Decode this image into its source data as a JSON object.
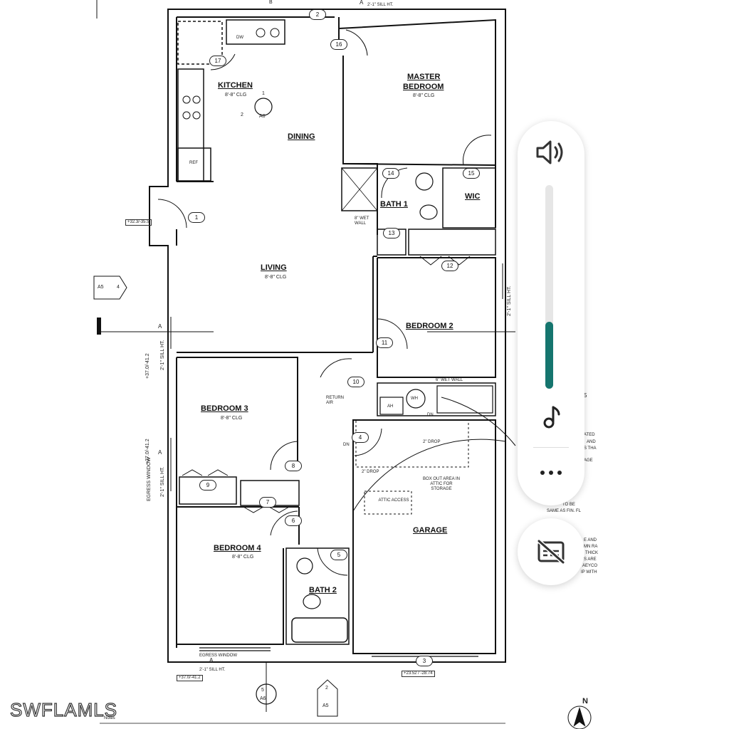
{
  "floorplan": {
    "rooms": {
      "kitchen": "KITCHEN",
      "master_bedroom_line1": "MASTER",
      "master_bedroom_line2": "BEDROOM",
      "dining": "DINING",
      "living": "LIVING",
      "bath1": "BATH 1",
      "wic": "WIC",
      "bedroom2": "BEDROOM 2",
      "bedroom3": "BEDROOM 3",
      "bedroom4": "BEDROOM 4",
      "bath2": "BATH 2",
      "garage": "GARAGE"
    },
    "ceiling": "8'-8\" CLG",
    "fixtures": {
      "ref": "REF",
      "dw": "DW",
      "ah": "AH",
      "wh": "WH"
    },
    "notes": {
      "sill_top": "2'-1\" SILL HT.",
      "sill": "2'-1\" SILL HT.",
      "egress_window": "EGRESS WINDOW",
      "return_air": "RETURN AIR",
      "attic_access": "ATTIC ACCESS",
      "box_out": "BOX OUT AREA IN ATTIC FOR STORAGE",
      "drop": "2\" DROP",
      "dn": "DN",
      "wet_wall_6": "6\" WET WALL",
      "wet_wall_8": "8\" WET WALL",
      "notes_label": "Notes",
      "right_note_1": "ATED",
      "right_note_2": "AND",
      "right_note_3": "S THA",
      "right_note_4": "AGE",
      "right_note_5": "TO BE",
      "right_note_6": "SAME AS FIN. FL",
      "right_note_7": "E AND",
      "right_note_8": "MN RA",
      "right_note_9": "THICK",
      "right_note_10": "S ARE",
      "right_note_11": "AEYCO",
      "right_note_12": "IP WITH"
    },
    "elevations": {
      "e1": "+32.3/-35.5",
      "e2": "+37.0/-41.2",
      "e3": "+37.0/-41.2",
      "e4": "+37.0/-41.2",
      "e5": "+23.52 / -28.74"
    },
    "door_tags": [
      "1",
      "2",
      "3",
      "4",
      "5",
      "6",
      "7",
      "8",
      "9",
      "10",
      "11",
      "12",
      "13",
      "14",
      "15",
      "16",
      "17"
    ],
    "section_markers": {
      "a": "A",
      "a5": "A5",
      "a6": "A6",
      "four": "4",
      "two": "2",
      "five": "5",
      "one": "1",
      "b": "B"
    },
    "north": "N"
  },
  "watermark": "SWFLAMLS",
  "volume_panel": {
    "volume_level": 0.33,
    "accent_color": "#15756e",
    "icons": {
      "speaker": "speaker-icon",
      "music": "music-note-icon",
      "more": "more-icon",
      "captions_off": "captions-off-icon"
    }
  }
}
